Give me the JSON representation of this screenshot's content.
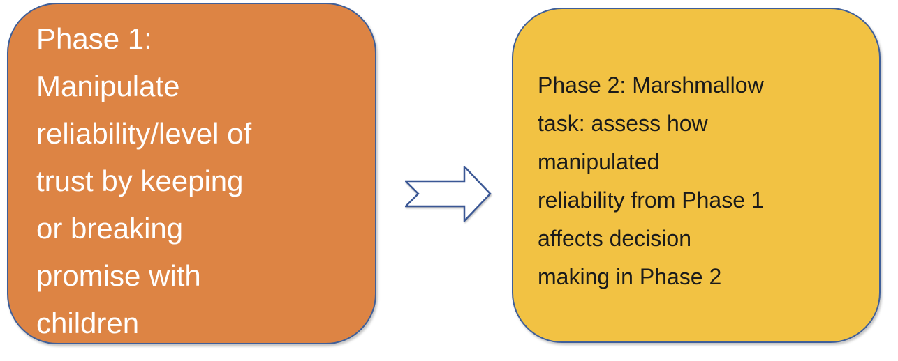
{
  "diagram": {
    "type": "two-step process flow",
    "phase1_box": {
      "lines": [
        "Phase 1:",
        "Manipulate",
        "reliability/level of",
        "trust by keeping",
        "or breaking",
        "promise with",
        "children"
      ],
      "full_text": "Phase 1: Manipulate reliability/level of trust by keeping or breaking promise with children",
      "fill_color": "#DD8444",
      "border_color": "#3F5F99",
      "text_color": "#FFFFFF"
    },
    "arrow": {
      "shape": "notched-right-arrow",
      "direction": "right",
      "outline_color": "#3A5795",
      "fill_color": "#FFFFFF"
    },
    "phase2_box": {
      "lines": [
        "Phase 2: Marshmallow",
        "task: assess how",
        "manipulated",
        "reliability from Phase 1",
        "affects decision",
        "making in Phase 2"
      ],
      "full_text": "Phase 2: Marshmallow task: assess how manipulated reliability from Phase 1 affects decision making in Phase 2",
      "fill_color": "#F2C243",
      "border_color": "#3F5F99",
      "text_color": "#1B1B1B"
    }
  }
}
